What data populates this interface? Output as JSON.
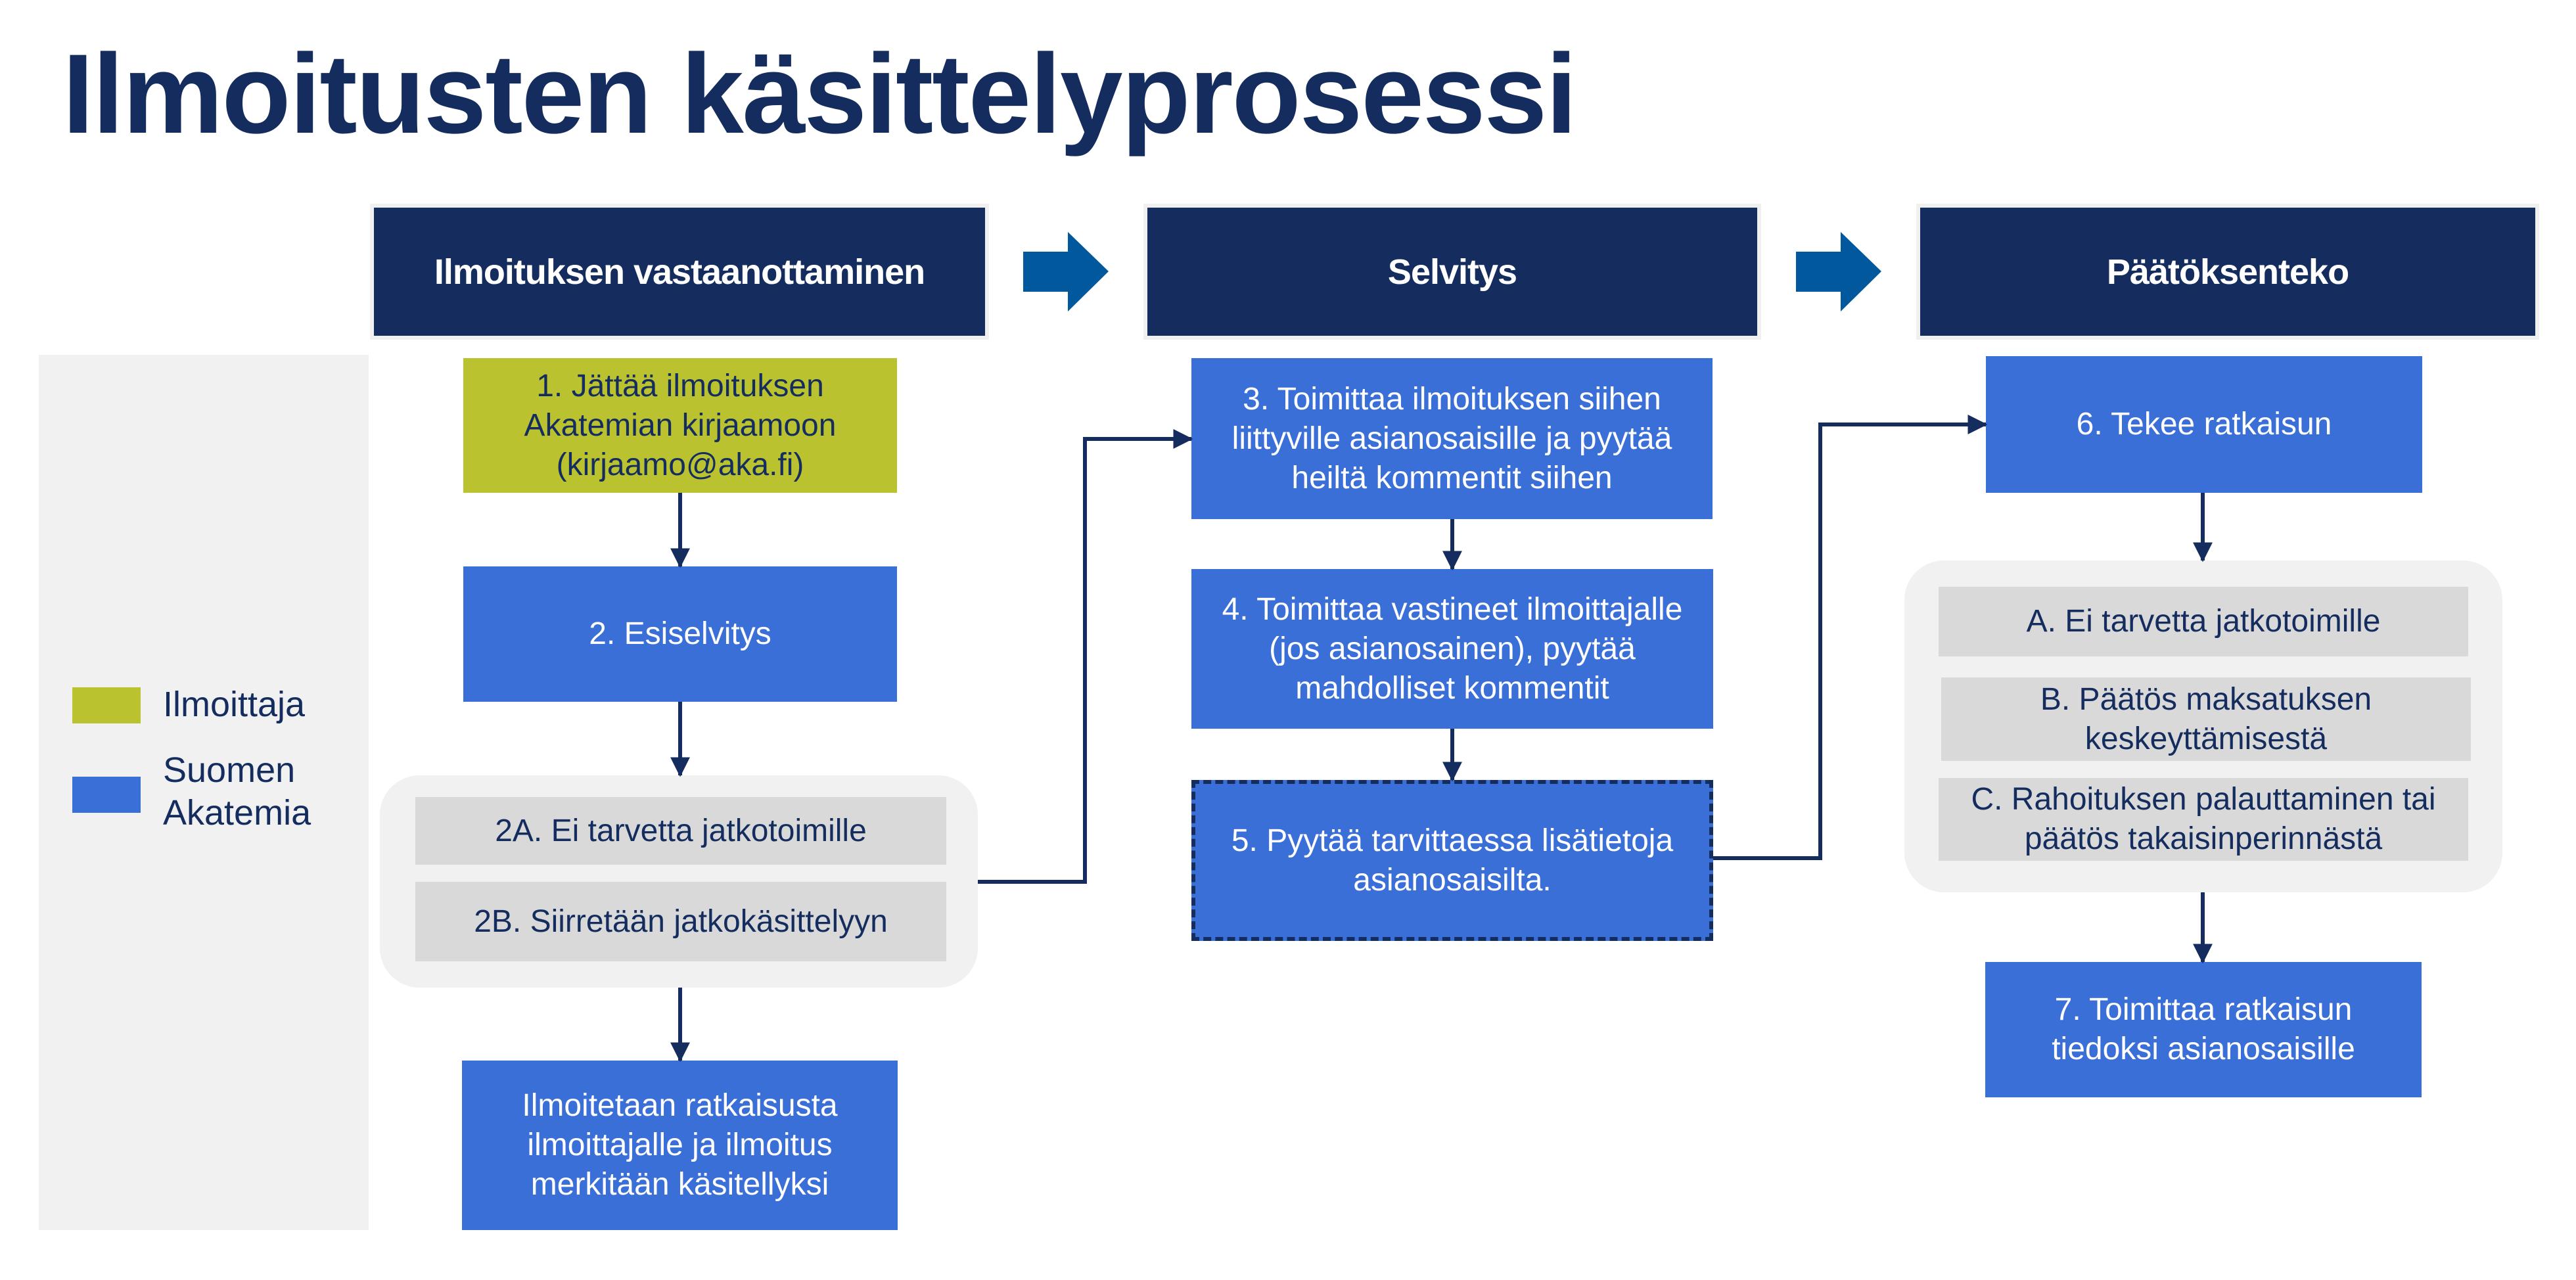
{
  "title": "Ilmoitusten käsittelyprosessi",
  "colors": {
    "navy": "#142d5e",
    "blue": "#3b6fd8",
    "green": "#bbc230",
    "arrow": "#02589c",
    "panel": "#f1f1f1",
    "option": "#d9d9d9"
  },
  "phases": [
    {
      "label": "Ilmoituksen vastaanottaminen"
    },
    {
      "label": "Selvitys"
    },
    {
      "label": "Päätöksenteko"
    }
  ],
  "legend": {
    "items": [
      {
        "label": "Ilmoittaja",
        "color": "green"
      },
      {
        "label": "Suomen Akatemia",
        "color": "blue"
      }
    ]
  },
  "steps": {
    "s1": "1. Jättää ilmoituksen Akatemian kirjaamoon (kirjaamo@aka.fi)",
    "s2": "2. Esiselvitys",
    "s2a": "2A. Ei tarvetta jatkotoimille",
    "s2b": "2B. Siirretään jatkokäsittelyyn",
    "s_final_left": "Ilmoitetaan ratkaisusta ilmoittajalle ja ilmoitus merkitään käsitellyksi",
    "s3": "3. Toimittaa ilmoituksen siihen liittyville asianosaisille ja pyytää heiltä kommentit siihen",
    "s4": "4. Toimittaa vastineet ilmoittajalle (jos asianosainen), pyytää mahdolliset kommentit",
    "s5": "5. Pyytää tarvittaessa lisätietoja asianosaisilta.",
    "s6": "6. Tekee ratkaisun",
    "sA": "A. Ei tarvetta jatkotoimille",
    "sB": "B. Päätös maksatuksen keskeyttämisestä",
    "sC": "C. Rahoituksen palauttaminen tai päätös takaisinperinnästä",
    "s7": "7. Toimittaa ratkaisun tiedoksi asianosaisille"
  }
}
